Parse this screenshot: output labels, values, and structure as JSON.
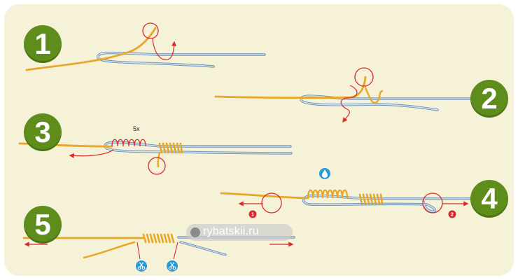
{
  "steps": [
    {
      "number": "1"
    },
    {
      "number": "2"
    },
    {
      "number": "3"
    },
    {
      "number": "4"
    },
    {
      "number": "5"
    }
  ],
  "step3": {
    "wrap_count_label": "5x"
  },
  "step4": {
    "direction_markers": [
      "1",
      "2"
    ],
    "wet_hint_icon": "water-drop-icon"
  },
  "step5": {
    "trim_icon": "scissors-icon"
  },
  "watermark": {
    "text": "rybatskii.ru"
  },
  "colors": {
    "background": "#f6f2d8",
    "badge": "#5e8d1c",
    "yellow_line": "#e8a726",
    "blue_line": "#a8c4de",
    "blue_line_outline": "#6d8fb3",
    "red_annotation": "#d92b2b",
    "blue_icon": "#2a9bd5"
  }
}
